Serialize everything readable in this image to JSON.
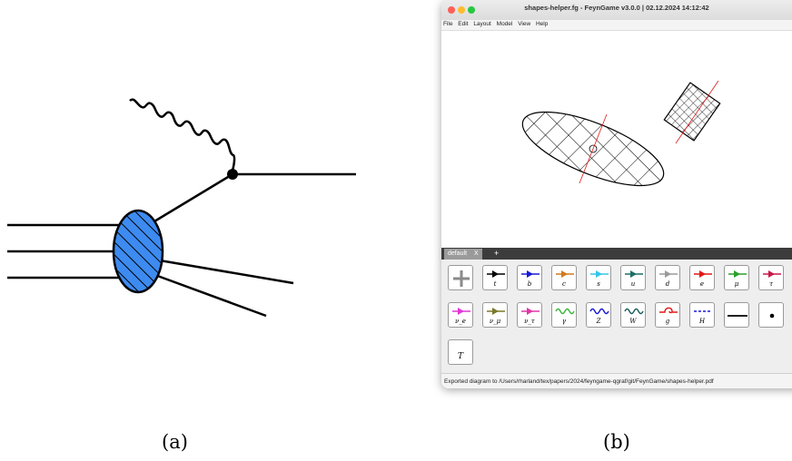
{
  "captions": {
    "a": "(a)",
    "b": "(b)"
  },
  "app": {
    "title": "shapes-helper.fg - FeynGame v3.0.0 | 02.12.2024 14:12:42",
    "menus": [
      "File",
      "Edit",
      "Layout",
      "Model",
      "View",
      "Help"
    ],
    "tabs": [
      {
        "label": "default",
        "close": "X"
      }
    ],
    "add_tab": "+",
    "status": "Exported diagram to /Users/rharland/tex/papers/2024/feyngame-qgraf/git/FeynGame/shapes-helper.pdf",
    "traffic_colors": {
      "close": "#fe5f57",
      "minimize": "#febc2e",
      "maximize": "#28c840"
    }
  },
  "palette": {
    "row1": [
      {
        "kind": "add",
        "icon": "plus-icon",
        "label": ""
      },
      {
        "kind": "fermion",
        "color": "#000000",
        "label": "t"
      },
      {
        "kind": "fermion",
        "color": "#1a1ad6",
        "label": "b"
      },
      {
        "kind": "fermion",
        "color": "#d07a1e",
        "label": "c"
      },
      {
        "kind": "fermion",
        "color": "#33c6e8",
        "label": "s"
      },
      {
        "kind": "fermion",
        "color": "#1f6e66",
        "label": "u"
      },
      {
        "kind": "fermion",
        "color": "#9a9a9a",
        "label": "d"
      },
      {
        "kind": "fermion",
        "color": "#e01818",
        "label": "e"
      },
      {
        "kind": "fermion",
        "color": "#2aa02a",
        "label": "μ"
      },
      {
        "kind": "fermion",
        "color": "#c81848",
        "label": "τ"
      }
    ],
    "row2": [
      {
        "kind": "fermion",
        "color": "#e236d6",
        "label": "ν_e"
      },
      {
        "kind": "fermion",
        "color": "#7a7a2a",
        "label": "ν_μ"
      },
      {
        "kind": "fermion",
        "color": "#e236a6",
        "label": "ν_τ"
      },
      {
        "kind": "photon",
        "color": "#3cb43c",
        "label": "γ"
      },
      {
        "kind": "photon",
        "color": "#1a1ad6",
        "label": "Z"
      },
      {
        "kind": "photon",
        "color": "#1f5e5e",
        "label": "W"
      },
      {
        "kind": "gluon",
        "color": "#e01818",
        "label": "g"
      },
      {
        "kind": "scalar",
        "color": "#1a1ad6",
        "label": "H"
      },
      {
        "kind": "plain",
        "color": "#000000",
        "label": ""
      },
      {
        "kind": "dot",
        "color": "#000000",
        "label": ""
      }
    ],
    "row3": [
      {
        "kind": "text",
        "label": "T"
      }
    ]
  }
}
